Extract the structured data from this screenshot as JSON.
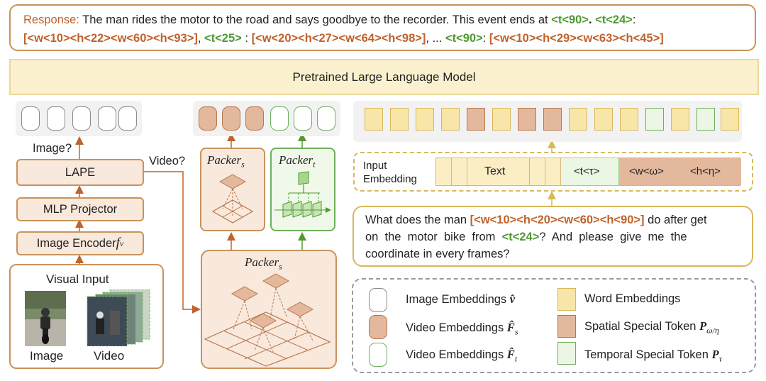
{
  "response": {
    "label": "Response:",
    "line1_text": " The man rides the motor to the road and says goodbye to the recorder. This event ends at ",
    "line1_t90": "<t<90>",
    "line1_dot": ".",
    "line1_t24": " <t<24>",
    "line1_colon": ":",
    "line2_coords1": "[<w<10><h<22><w<60><h<93>]",
    "line2_comma1": ", ",
    "line2_t25": "<t<25>",
    "line2_colon2": " : ",
    "line2_coords2": "[<w<20><h<27><w<64><h<98>]",
    "line2_ellipsis": ", ... ",
    "line2_t90": "<t<90>",
    "line2_colon3": ": ",
    "line2_coords3": "[<w<10><h<29><w<63><h<45>]"
  },
  "llm_label": "Pretrained  Large Language Model",
  "left": {
    "image_q": "Image?",
    "video_q": "Video?",
    "lape": "LAPE",
    "mlp": "MLP Projector",
    "encoder": "Image Encoder ",
    "encoder_f": "f",
    "encoder_sub": "v",
    "visual_input": "Visual Input",
    "image_label": "Image",
    "video_label": "Video"
  },
  "packers": {
    "packer_s_top": "Packer",
    "packer_s_top_sub": "s",
    "packer_t": "Packer",
    "packer_t_sub": "t",
    "packer_s_big": "Packer",
    "packer_s_big_sub": "s"
  },
  "embedding": {
    "label_line1": "Input",
    "label_line2": "Embedding",
    "text": "Text",
    "t_token": "<t<τ>",
    "w_token": "<w<ω>",
    "h_token": "<h<η>"
  },
  "question": {
    "line1_a": "What does the man ",
    "line1_coords": "[<w<10><h<20><w<60><h<90>]",
    "line1_b": " do after get",
    "line2_a": "on  the  motor  bike  from  ",
    "line2_t24": "<t<24>",
    "line2_b": "?  And  please  give  me  the",
    "line3": "coordinate in every frames?"
  },
  "legend": {
    "image_emb": "Image Embeddings ",
    "image_emb_sym": "v̂",
    "video_emb_s": "Video Embeddings ",
    "video_emb_s_sym": "F̂",
    "video_emb_s_sub": "s",
    "video_emb_t": "Video Embeddings ",
    "video_emb_t_sym": "F̂",
    "video_emb_t_sub": "t",
    "word_emb": "Word Embeddings",
    "spatial": "Spatial Special Token ",
    "spatial_sym": "P",
    "spatial_sub": "ω/η",
    "temporal": "Temporal Special Token ",
    "temporal_sym": "P",
    "temporal_sub": "τ"
  },
  "colors": {
    "orange_border": "#c8935c",
    "orange_fill": "#f9e8dc",
    "green": "#4e9a33",
    "yellow": "#f8e6a8",
    "llm_fill": "#fbf1cf"
  }
}
